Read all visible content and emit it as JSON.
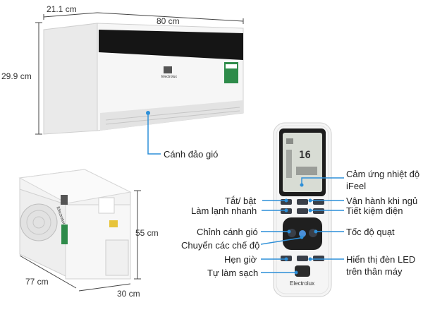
{
  "colors": {
    "label_line": "#2d8fd8",
    "unit_body": "#f4f4f4",
    "unit_stripe": "#1a1a1a",
    "remote_body": "#f5f5f5",
    "lcd_screen": "#d8dcd4"
  },
  "indoor_unit": {
    "width_label": "80 cm",
    "depth_label": "21.1 cm",
    "height_label": "29.9 cm",
    "brand": "Electrolux",
    "callout_label": "Cánh đảo gió"
  },
  "outdoor_unit": {
    "height_label": "55 cm",
    "width_label": "77 cm",
    "depth_label": "30 cm",
    "brand": "Electrolux"
  },
  "remote": {
    "brand": "Electrolux",
    "lcd_value": "16",
    "labels": {
      "ifeel_line1": "Cảm ứng nhiệt độ",
      "ifeel_line2": "iFeel",
      "power": "Tắt/ bật",
      "sleep": "Vận hành khi ngủ",
      "turbo": "Làm lạnh nhanh",
      "eco": "Tiết kiệm điện",
      "swing": "Chỉnh cánh gió",
      "fan_speed": "Tốc độ quạt",
      "mode": "Chuyển các chế độ",
      "timer": "Hẹn giờ",
      "led_line1": "Hiển thị đèn LED",
      "led_line2": "trên thân máy",
      "self_clean": "Tự làm sạch"
    }
  }
}
